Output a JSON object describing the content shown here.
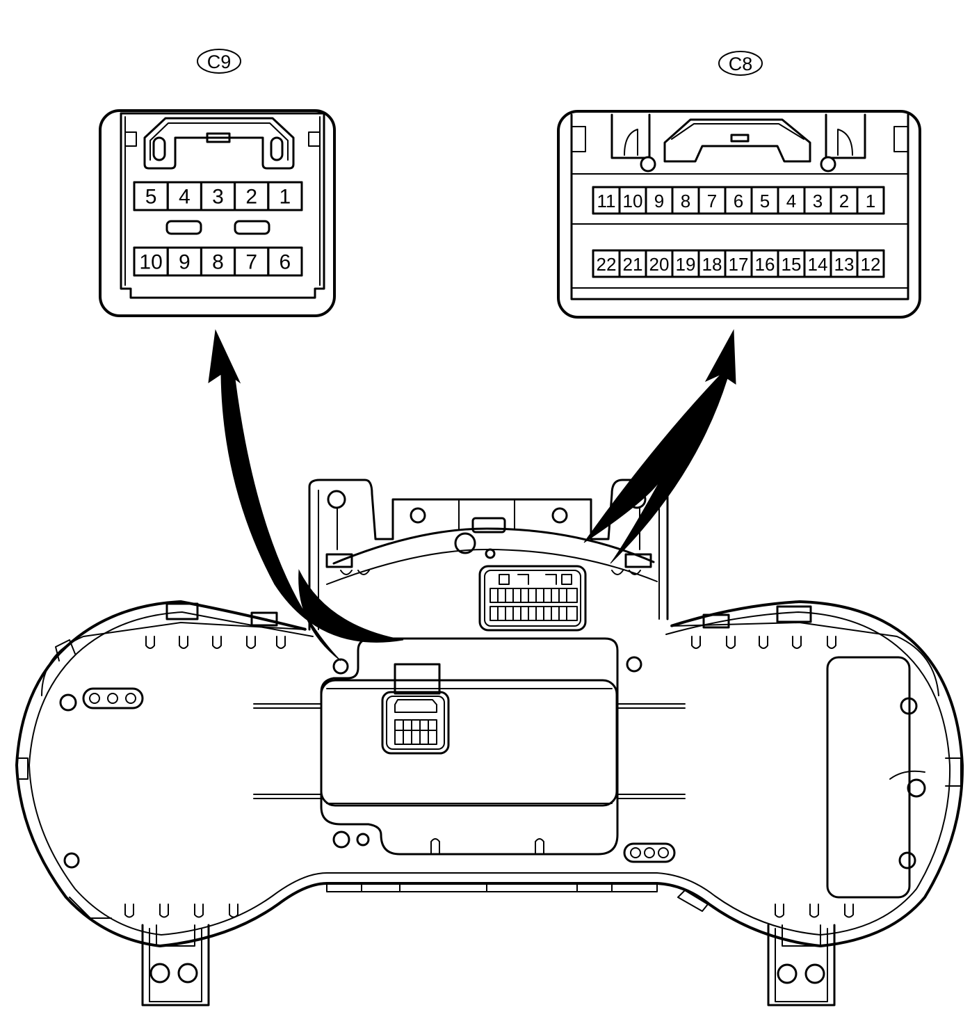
{
  "connectors": [
    {
      "id": "c9",
      "label": "C9",
      "top_row": [
        "5",
        "4",
        "3",
        "2",
        "1"
      ],
      "bottom_row": [
        "10",
        "9",
        "8",
        "7",
        "6"
      ]
    },
    {
      "id": "c8",
      "label": "C8",
      "top_row": [
        "11",
        "10",
        "9",
        "8",
        "7",
        "6",
        "5",
        "4",
        "3",
        "2",
        "1"
      ],
      "bottom_row": [
        "22",
        "21",
        "20",
        "19",
        "18",
        "17",
        "16",
        "15",
        "14",
        "13",
        "12"
      ]
    }
  ]
}
